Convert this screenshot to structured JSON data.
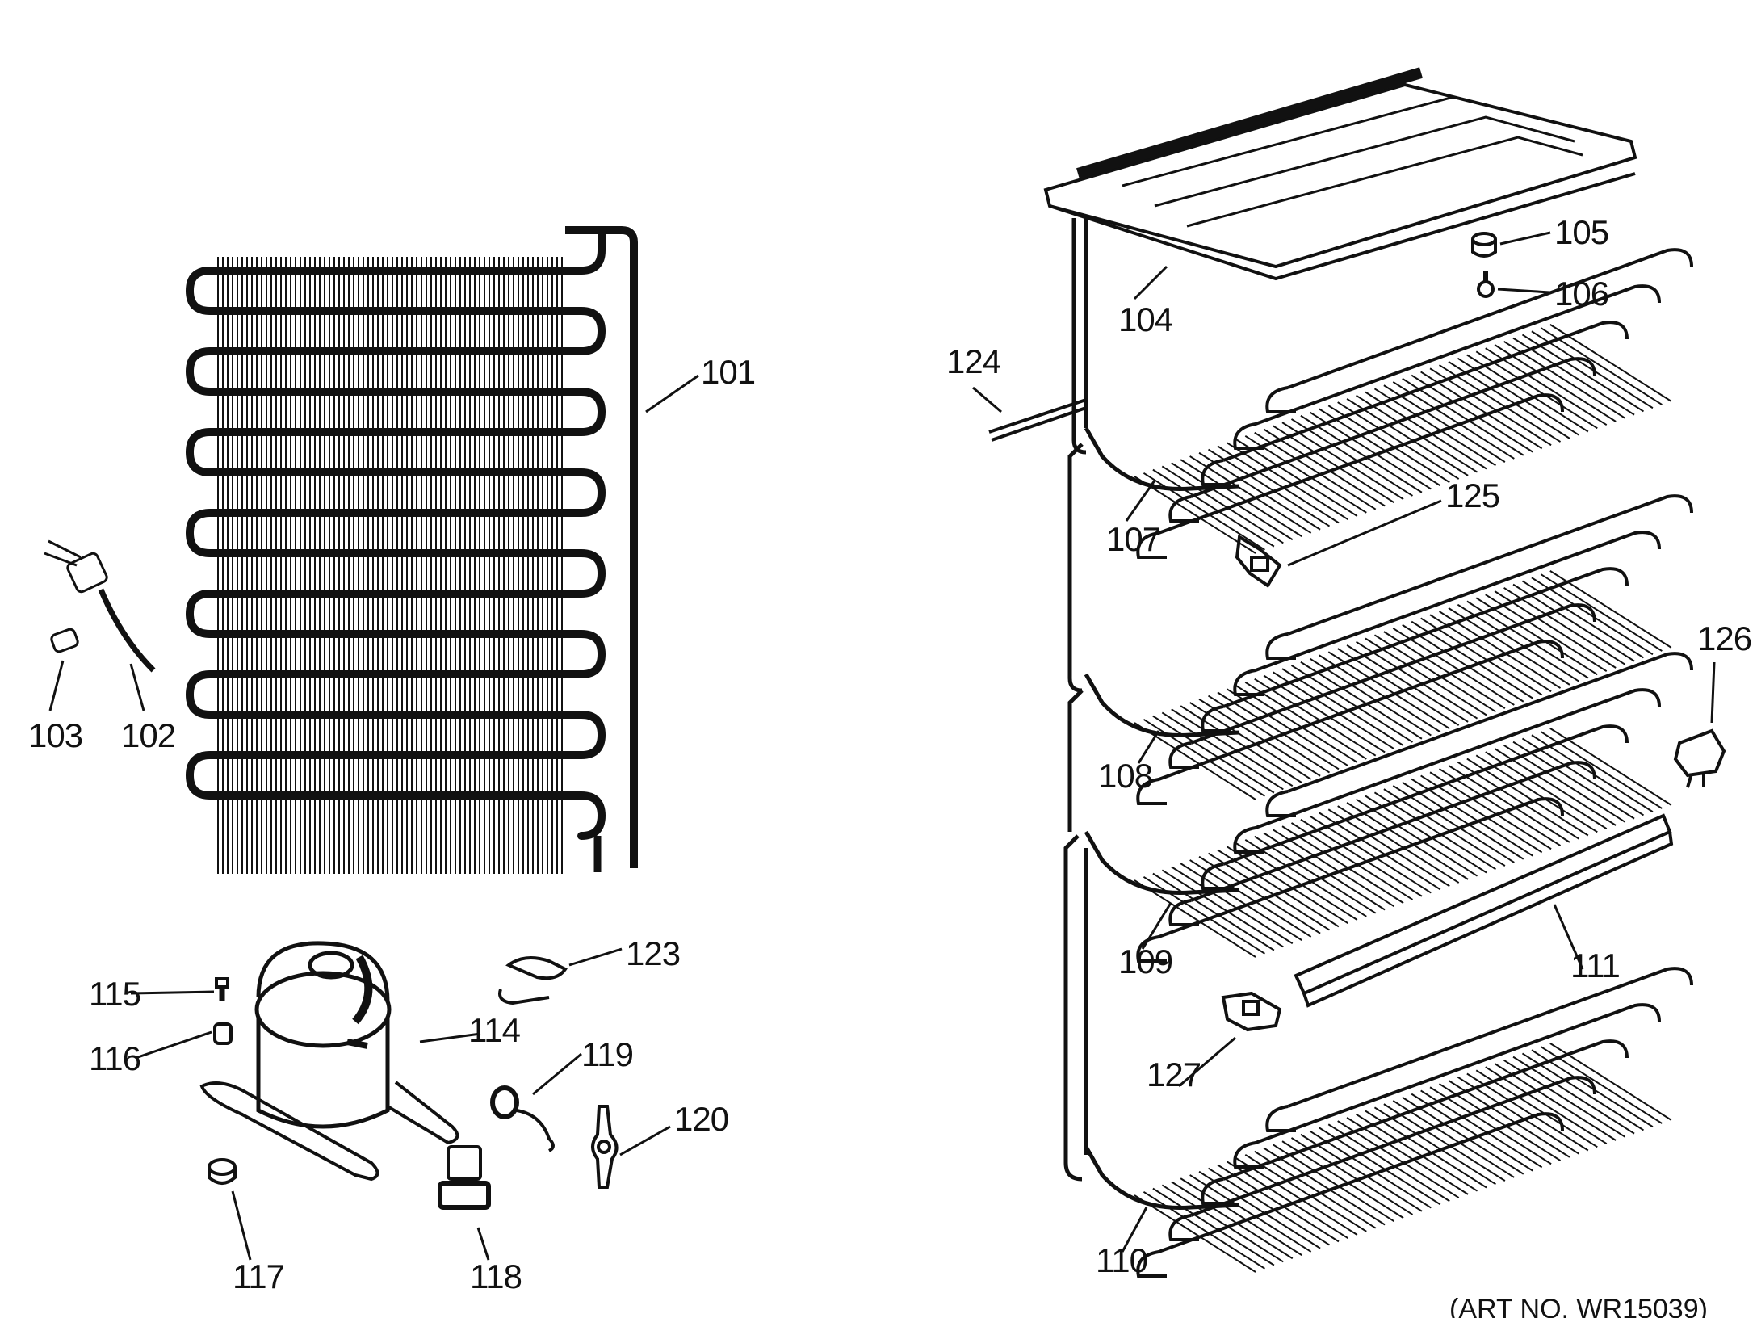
{
  "callouts": [
    {
      "id": "101",
      "text": "101"
    },
    {
      "id": "102",
      "text": "102"
    },
    {
      "id": "103",
      "text": "103"
    },
    {
      "id": "104",
      "text": "104"
    },
    {
      "id": "105",
      "text": "105"
    },
    {
      "id": "106",
      "text": "106"
    },
    {
      "id": "107",
      "text": "107"
    },
    {
      "id": "108",
      "text": "108"
    },
    {
      "id": "109",
      "text": "109"
    },
    {
      "id": "110",
      "text": "110"
    },
    {
      "id": "111",
      "text": "111"
    },
    {
      "id": "114",
      "text": "114"
    },
    {
      "id": "115",
      "text": "115"
    },
    {
      "id": "116",
      "text": "116"
    },
    {
      "id": "117",
      "text": "117"
    },
    {
      "id": "118",
      "text": "118"
    },
    {
      "id": "119",
      "text": "119"
    },
    {
      "id": "120",
      "text": "120"
    },
    {
      "id": "123",
      "text": "123"
    },
    {
      "id": "124",
      "text": "124"
    },
    {
      "id": "125",
      "text": "125"
    },
    {
      "id": "126",
      "text": "126"
    },
    {
      "id": "127",
      "text": "127"
    }
  ],
  "art_number": "(ART NO. WR15039)",
  "colors": {
    "ink": "#111111",
    "paper": "#ffffff"
  }
}
